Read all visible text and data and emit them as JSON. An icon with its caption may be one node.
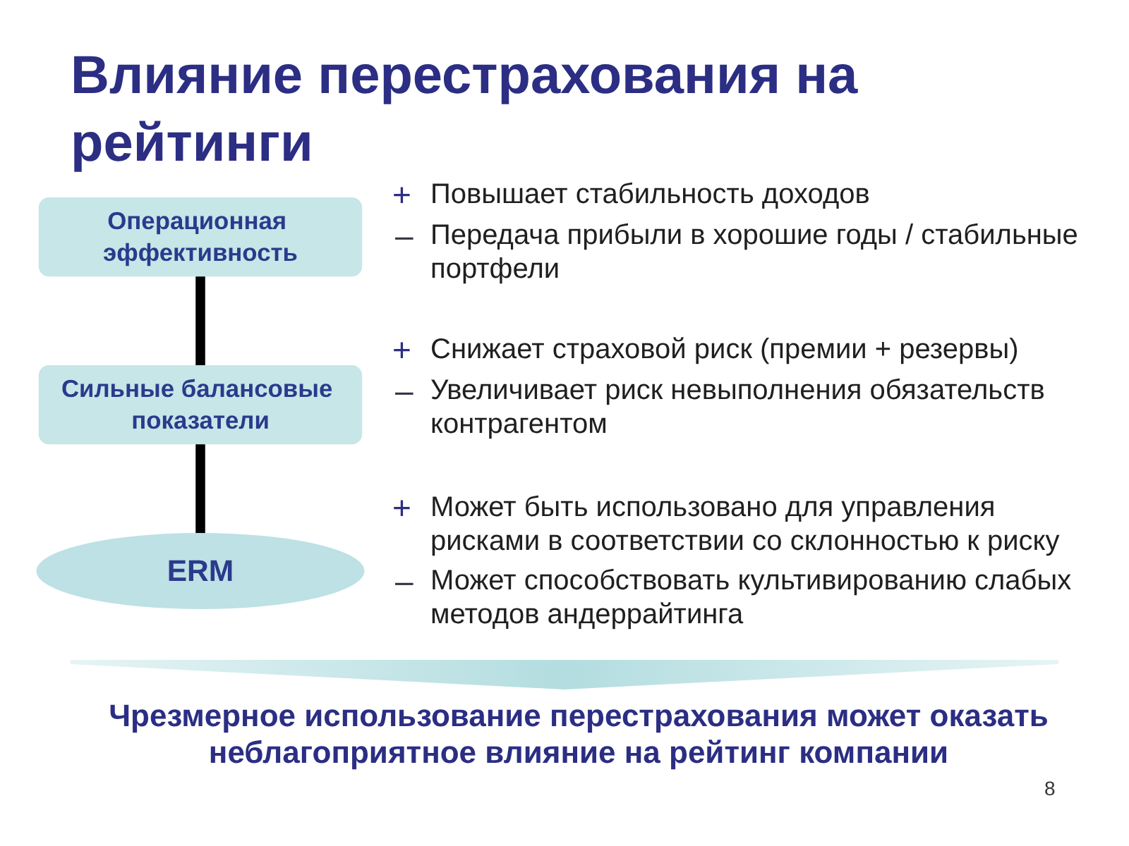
{
  "diagram": {
    "title": "Влияние перестрахования на рейтинги",
    "caption": "Чрезмерное использование перестрахования может оказать неблагоприятное влияние на рейтинг компании",
    "nodes": [
      {
        "text": [
          "Операционная эффективность"
        ]
      },
      {
        "text": [
          "Сильные балансовые показатели"
        ]
      },
      {
        "text": [
          "ERM"
        ]
      },
      {
        "text": [],
        "shape": "bar"
      }
    ],
    "edges": [
      {
        "from": 0,
        "to": 1,
        "arrow": "none"
      },
      {
        "from": 1,
        "to": 2,
        "arrow": "none"
      }
    ],
    "labels": [
      "+",
      "Повышает стабильность доходов",
      "–",
      "Передача прибыли в хорошие годы / стабильные портфели",
      "+",
      "Снижает страховой риск (премии + резервы)",
      "–",
      "Увеличивает риск невыполнения обязательств контрагентом",
      "+",
      "Может быть использовано для управления рисками в соответствии со склонностью к риску",
      "–",
      "Может способствовать культивированию слабых методов андеррайтинга",
      "8"
    ]
  }
}
